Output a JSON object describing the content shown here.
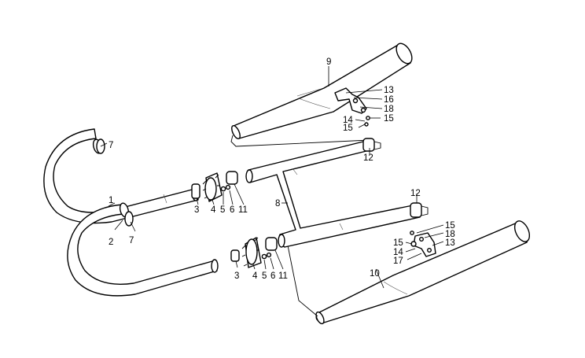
{
  "labels": {
    "p1": "1",
    "p2": "2",
    "p3a": "3",
    "p3b": "3",
    "p4a": "4",
    "p4b": "4",
    "p5a": "5",
    "p5b": "5",
    "p6a": "6",
    "p6b": "6",
    "p7a": "7",
    "p7b": "7",
    "p8": "8",
    "p9": "9",
    "p10": "10",
    "p11a": "11",
    "p11b": "11",
    "p12a": "12",
    "p12b": "12",
    "p13a": "13",
    "p13b": "13",
    "p14a": "14",
    "p14b": "14",
    "p15a": "15",
    "p15b": "15",
    "p15c": "15",
    "p15d": "15",
    "p16": "16",
    "p17": "17",
    "p18a": "18",
    "p18b": "18"
  },
  "colors": {
    "line": "#000000",
    "background": "#ffffff"
  }
}
